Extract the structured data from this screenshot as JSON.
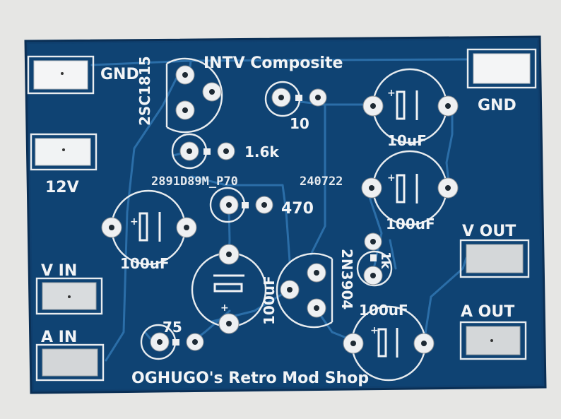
{
  "board": {
    "title": "INTV Composite",
    "maker": "OGHUGO's Retro Mod Shop",
    "part_code": "2891D89M_P70",
    "date_code": "240722"
  },
  "connectors": {
    "gnd_left": "GND",
    "gnd_right": "GND",
    "v12": "12V",
    "v_in": "V IN",
    "a_in": "A IN",
    "v_out": "V OUT",
    "a_out": "A OUT"
  },
  "components": {
    "transistor_q1": "2SC1815",
    "transistor_q2": "2N3904",
    "r_10": "10",
    "r_1k6": "1.6k",
    "r_470": "470",
    "r_75": "75",
    "r_1k": "1k",
    "cap_top_right": "10uF",
    "cap_mid_right": "100uF",
    "cap_left": "100uF",
    "cap_center": "100uF",
    "cap_bottom": "100uF"
  },
  "colors": {
    "background": "#e8e8e6",
    "pcb_soldermask": "#0f3f6e",
    "silkscreen": "#f2f4f6",
    "copper_pad": "#eef0f2"
  }
}
